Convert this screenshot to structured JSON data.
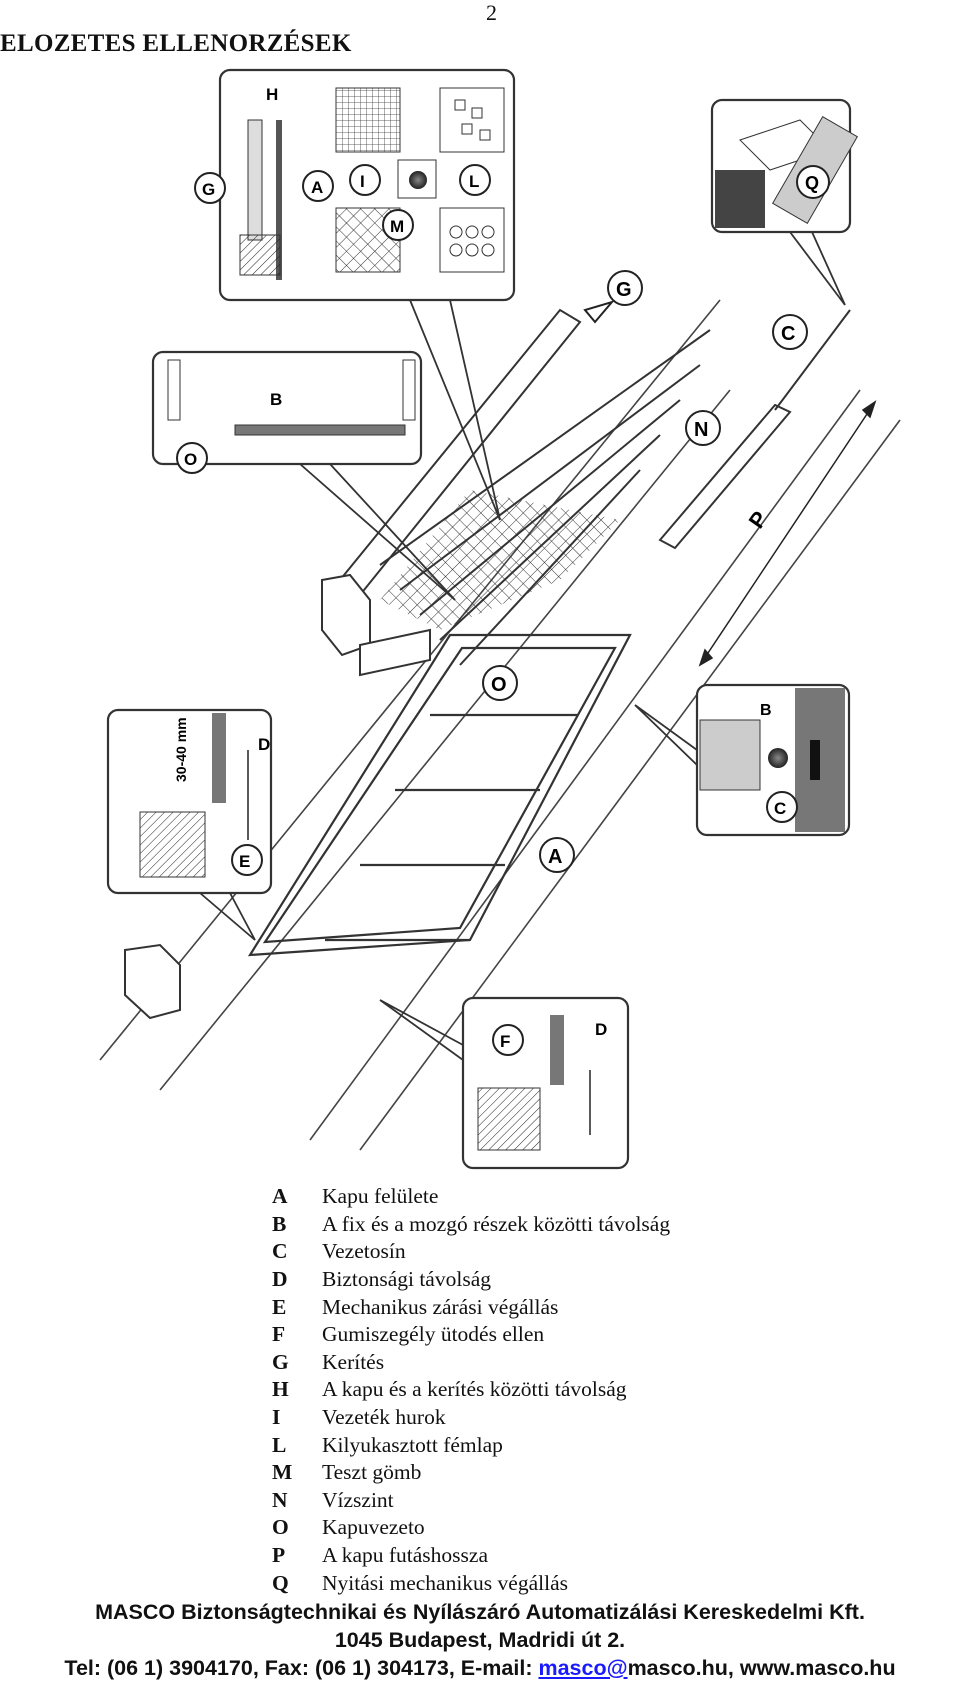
{
  "page": {
    "number": "2",
    "title": "ELOZETES ELLENORZÉSEK"
  },
  "diagram": {
    "callout_letters": {
      "A": "A",
      "B": "B",
      "C": "C",
      "D": "D",
      "E": "E",
      "F": "F",
      "G": "G",
      "H": "H",
      "I": "I",
      "L": "L",
      "M": "M",
      "N": "N",
      "O": "O",
      "P": "P",
      "Q": "Q"
    },
    "measurement_label": "30-40 mm"
  },
  "legend": [
    {
      "key": "A",
      "text": "Kapu felülete"
    },
    {
      "key": "B",
      "text": "A fix és a mozgó részek közötti távolság"
    },
    {
      "key": "C",
      "text": "Vezetosín"
    },
    {
      "key": "D",
      "text": "Biztonsági távolság"
    },
    {
      "key": "E",
      "text": "Mechanikus zárási végállás"
    },
    {
      "key": "F",
      "text": "Gumiszegély ütodés ellen"
    },
    {
      "key": "G",
      "text": "Kerítés"
    },
    {
      "key": "H",
      "text": "A kapu és a kerítés közötti távolság"
    },
    {
      "key": "I",
      "text": "Vezeték hurok"
    },
    {
      "key": "L",
      "text": "Kilyukasztott fémlap"
    },
    {
      "key": "M",
      "text": "Teszt gömb"
    },
    {
      "key": "N",
      "text": "Vízszint"
    },
    {
      "key": "O",
      "text": "Kapuvezeto"
    },
    {
      "key": "P",
      "text": "A kapu futáshossza"
    },
    {
      "key": "Q",
      "text": "Nyitási mechanikus végállás"
    }
  ],
  "footer": {
    "company": "MASCO Biztonságtechnikai és Nyílászáró Automatizálási Kereskedelmi Kft.",
    "address": "1045 Budapest, Madridi út 2.",
    "contact_prefix": "Tel: (06 1) 3904170, Fax: (06 1) 304173, E-mail: ",
    "email_link": "masco@",
    "contact_suffix": "masco.hu, www.masco.hu"
  }
}
